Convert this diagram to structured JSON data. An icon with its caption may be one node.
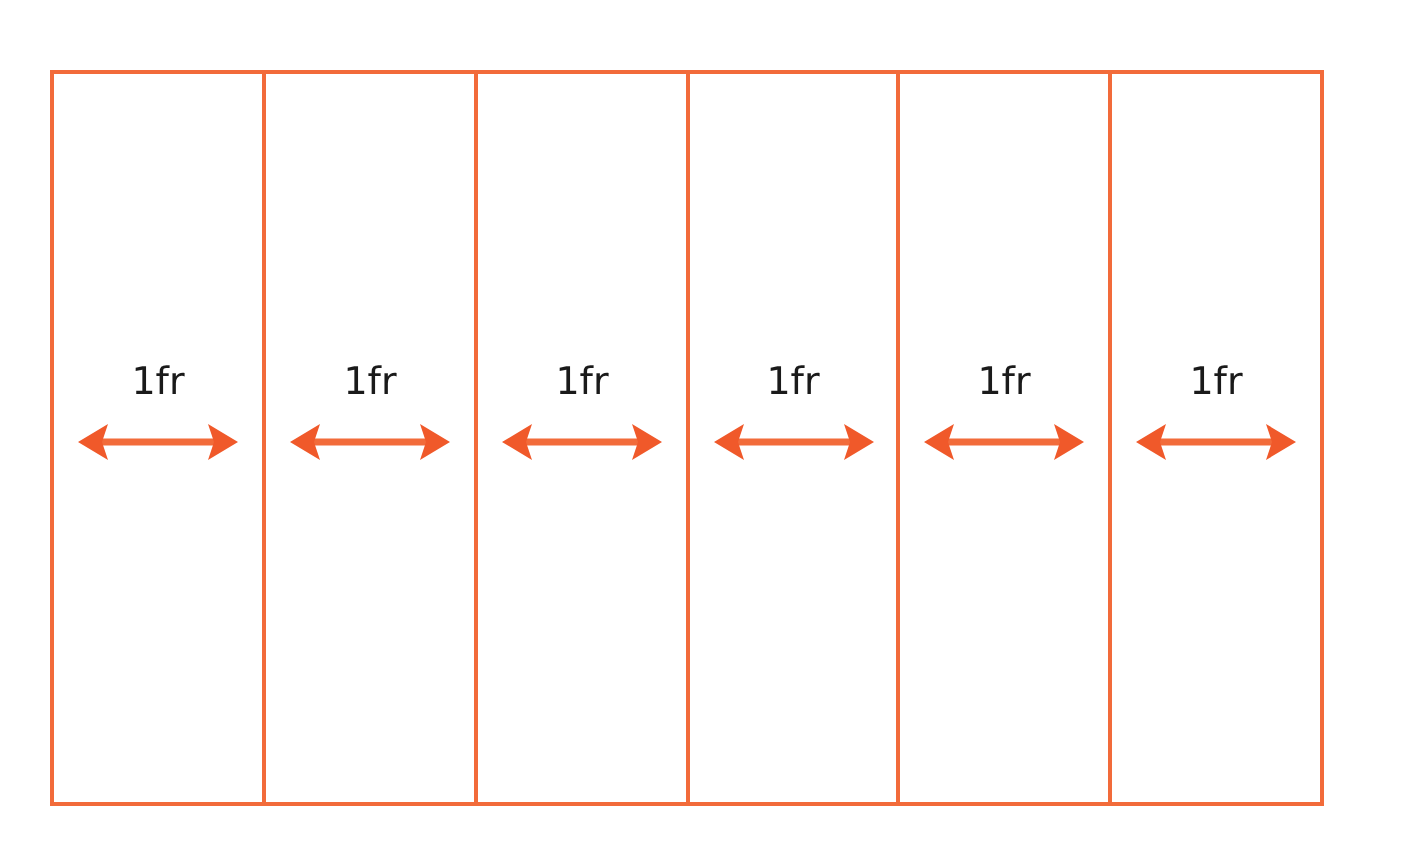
{
  "diagram": {
    "nodes": [
      {
        "text": [
          "1fr"
        ]
      },
      {
        "text": [
          "1fr"
        ]
      },
      {
        "text": [
          "1fr"
        ]
      },
      {
        "text": [
          "1fr"
        ]
      },
      {
        "text": [
          "1fr"
        ]
      },
      {
        "text": [
          "1fr"
        ]
      }
    ]
  }
}
